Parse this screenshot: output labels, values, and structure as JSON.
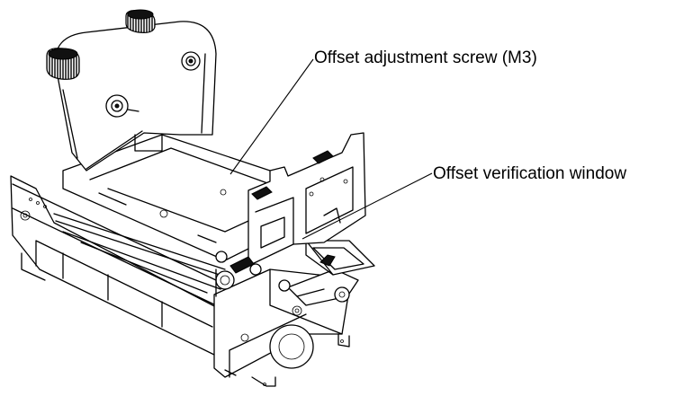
{
  "callouts": [
    {
      "id": "offset-adjustment-screw",
      "text": "Offset adjustment screw (M3)"
    },
    {
      "id": "offset-verification-window",
      "text": "Offset verification window"
    }
  ]
}
